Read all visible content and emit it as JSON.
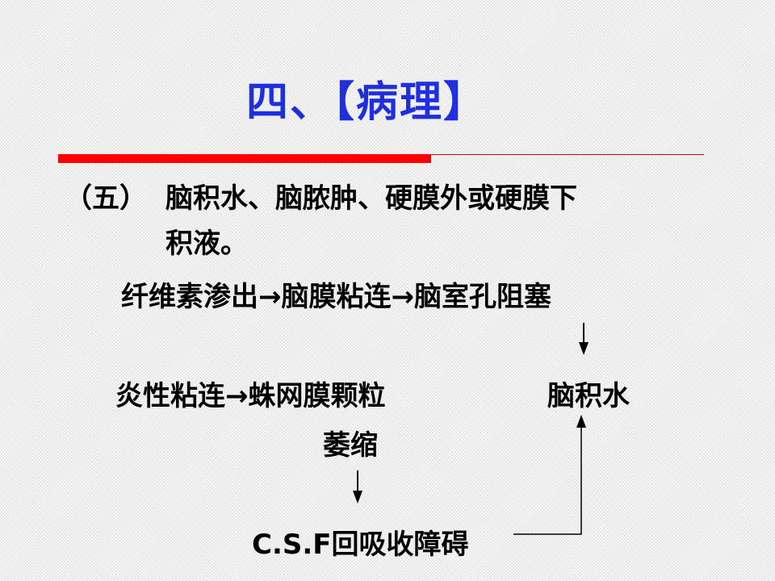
{
  "title": "四、【病理】",
  "section": {
    "number": "（五）",
    "heading_line1": "脑积水、脑脓肿、硬膜外或硬膜下",
    "heading_line2": "积液。"
  },
  "flow": {
    "row1": "纤维素渗出→脑膜粘连→脑室孔阻塞",
    "row2": "炎性粘连→蛛网膜颗粒",
    "hydrocephalus": "脑积水",
    "atrophy": "萎缩",
    "csf": "C.S.F回吸收障碍"
  },
  "colors": {
    "title": "#1f2fe0",
    "accent_bar": "#ff0000"
  }
}
